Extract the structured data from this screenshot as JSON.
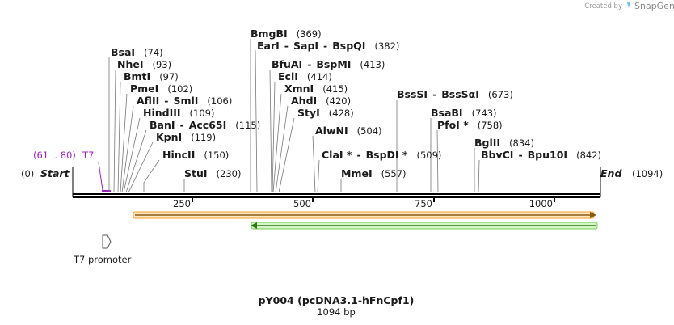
{
  "credit": {
    "prefix": "Created by",
    "brand": "SnapGene"
  },
  "map": {
    "start_label": "Start",
    "start_pos": "(0)",
    "end_label": "End",
    "end_pos": "(1094)",
    "ticks": [
      "250",
      "500",
      "750",
      "1000"
    ],
    "primer": {
      "name": "T7",
      "range": "(61 .. 80)"
    },
    "promoter_label": "T7 promoter"
  },
  "sites": [
    {
      "name": "BsaI",
      "pos": "(74)"
    },
    {
      "name": "NheI",
      "pos": "(93)"
    },
    {
      "name": "BmtI",
      "pos": "(97)"
    },
    {
      "name": "PmeI",
      "pos": "(102)"
    },
    {
      "name": "AflII",
      "alt": "SmlI",
      "pos": "(106)"
    },
    {
      "name": "HindIII",
      "pos": "(109)"
    },
    {
      "name": "BanI",
      "alt": "Acc65I",
      "pos": "(115)"
    },
    {
      "name": "KpnI",
      "pos": "(119)"
    },
    {
      "name": "HincII",
      "pos": "(150)"
    },
    {
      "name": "StuI",
      "pos": "(230)"
    },
    {
      "name": "BmgBI",
      "pos": "(369)"
    },
    {
      "name": "EarI",
      "alt": "SapI",
      "alt2": "BspQI",
      "pos": "(382)"
    },
    {
      "name": "BfuAI",
      "alt": "BspMI",
      "pos": "(413)"
    },
    {
      "name": "EciI",
      "pos": "(414)"
    },
    {
      "name": "XmnI",
      "pos": "(415)"
    },
    {
      "name": "AhdI",
      "pos": "(420)"
    },
    {
      "name": "StyI",
      "pos": "(428)"
    },
    {
      "name": "AlwNI",
      "pos": "(504)"
    },
    {
      "name": "ClaI *",
      "alt": "BspDI *",
      "pos": "(509)"
    },
    {
      "name": "MmeI",
      "pos": "(557)"
    },
    {
      "name": "BssSI",
      "alt": "BssSαI",
      "pos": "(673)"
    },
    {
      "name": "BsaBI",
      "pos": "(743)"
    },
    {
      "name": "PfoI *",
      "pos": "(758)"
    },
    {
      "name": "BglII",
      "pos": "(834)"
    },
    {
      "name": "BbvCI",
      "alt": "Bpu10I",
      "pos": "(842)"
    }
  ],
  "title": "pY004 (pcDNA3.1-hFnCpf1)",
  "subtitle": "1094 bp",
  "colors": {
    "primer": "#a020c8",
    "orange_feature": "#f0a030",
    "green_feature": "#70d050"
  }
}
